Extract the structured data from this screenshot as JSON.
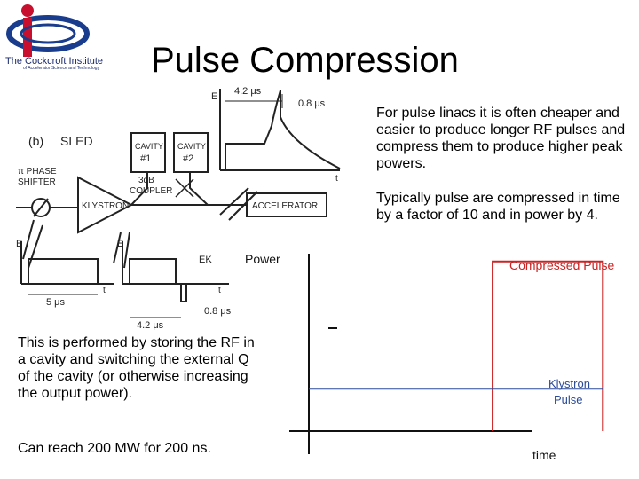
{
  "logo": {
    "name": "The Cockcroft Institute",
    "tagline": "of Accelerator Science and Technology",
    "colors": {
      "blue": "#1a3c8c",
      "red": "#c8102e"
    }
  },
  "slide": {
    "title": "Pulse Compression",
    "paragraph1": "For pulse linacs it is often cheaper and easier to produce longer RF pulses and compress them to produce higher peak powers.",
    "paragraph2": "Typically pulse are compressed in time by a factor of 10 and in power by 4.",
    "paragraph3": "This is performed by storing the RF in a cavity and switching the external Q of the cavity (or otherwise increasing the output power).",
    "paragraph4": "Can reach 200 MW for 200 ns."
  },
  "diagram": {
    "label_b": "(b)",
    "label_sled": "SLED",
    "cavity1": "CAVITY",
    "cavity1_num": "#1",
    "cavity2": "CAVITY",
    "cavity2_num": "#2",
    "coupler1": "3dB",
    "coupler2": "COUPLER",
    "phase1": "π PHASE",
    "phase2": "SHIFTER",
    "klystron": "KLYSTRON",
    "accelerator": "ACCELERATOR",
    "e_top": "E",
    "t_top_42": "4.2 μs",
    "t_top_08": "0.8 μs",
    "t_top_axis": "t",
    "e_left": "E",
    "t_left_5": "5 μs",
    "t_left_axis": "t",
    "e_mid": "E",
    "ek_mid": "EK",
    "t_mid_42": "4.2 μs",
    "t_mid_08": "0.8 μs",
    "t_mid_axis": "t"
  },
  "chart_data": {
    "type": "line",
    "ylabel": "Power",
    "xlabel": "time",
    "series": [
      {
        "name": "Compressed Pulse",
        "color": "#cc2222",
        "points": [
          [
            1.0,
            0
          ],
          [
            1.0,
            4
          ],
          [
            1.6,
            4
          ],
          [
            1.6,
            0
          ]
        ]
      },
      {
        "name": "Klystron Pulse",
        "color": "#2a4a9a",
        "points": [
          [
            0,
            1
          ],
          [
            1.6,
            1
          ]
        ]
      }
    ],
    "xlim": [
      0,
      1.7
    ],
    "ylim": [
      0,
      4.1
    ],
    "legend": [
      {
        "text": "Compressed Pulse",
        "color": "#cc2222"
      },
      {
        "text": "Klystron",
        "text2": "Pulse",
        "color": "#2a4a9a"
      }
    ]
  }
}
